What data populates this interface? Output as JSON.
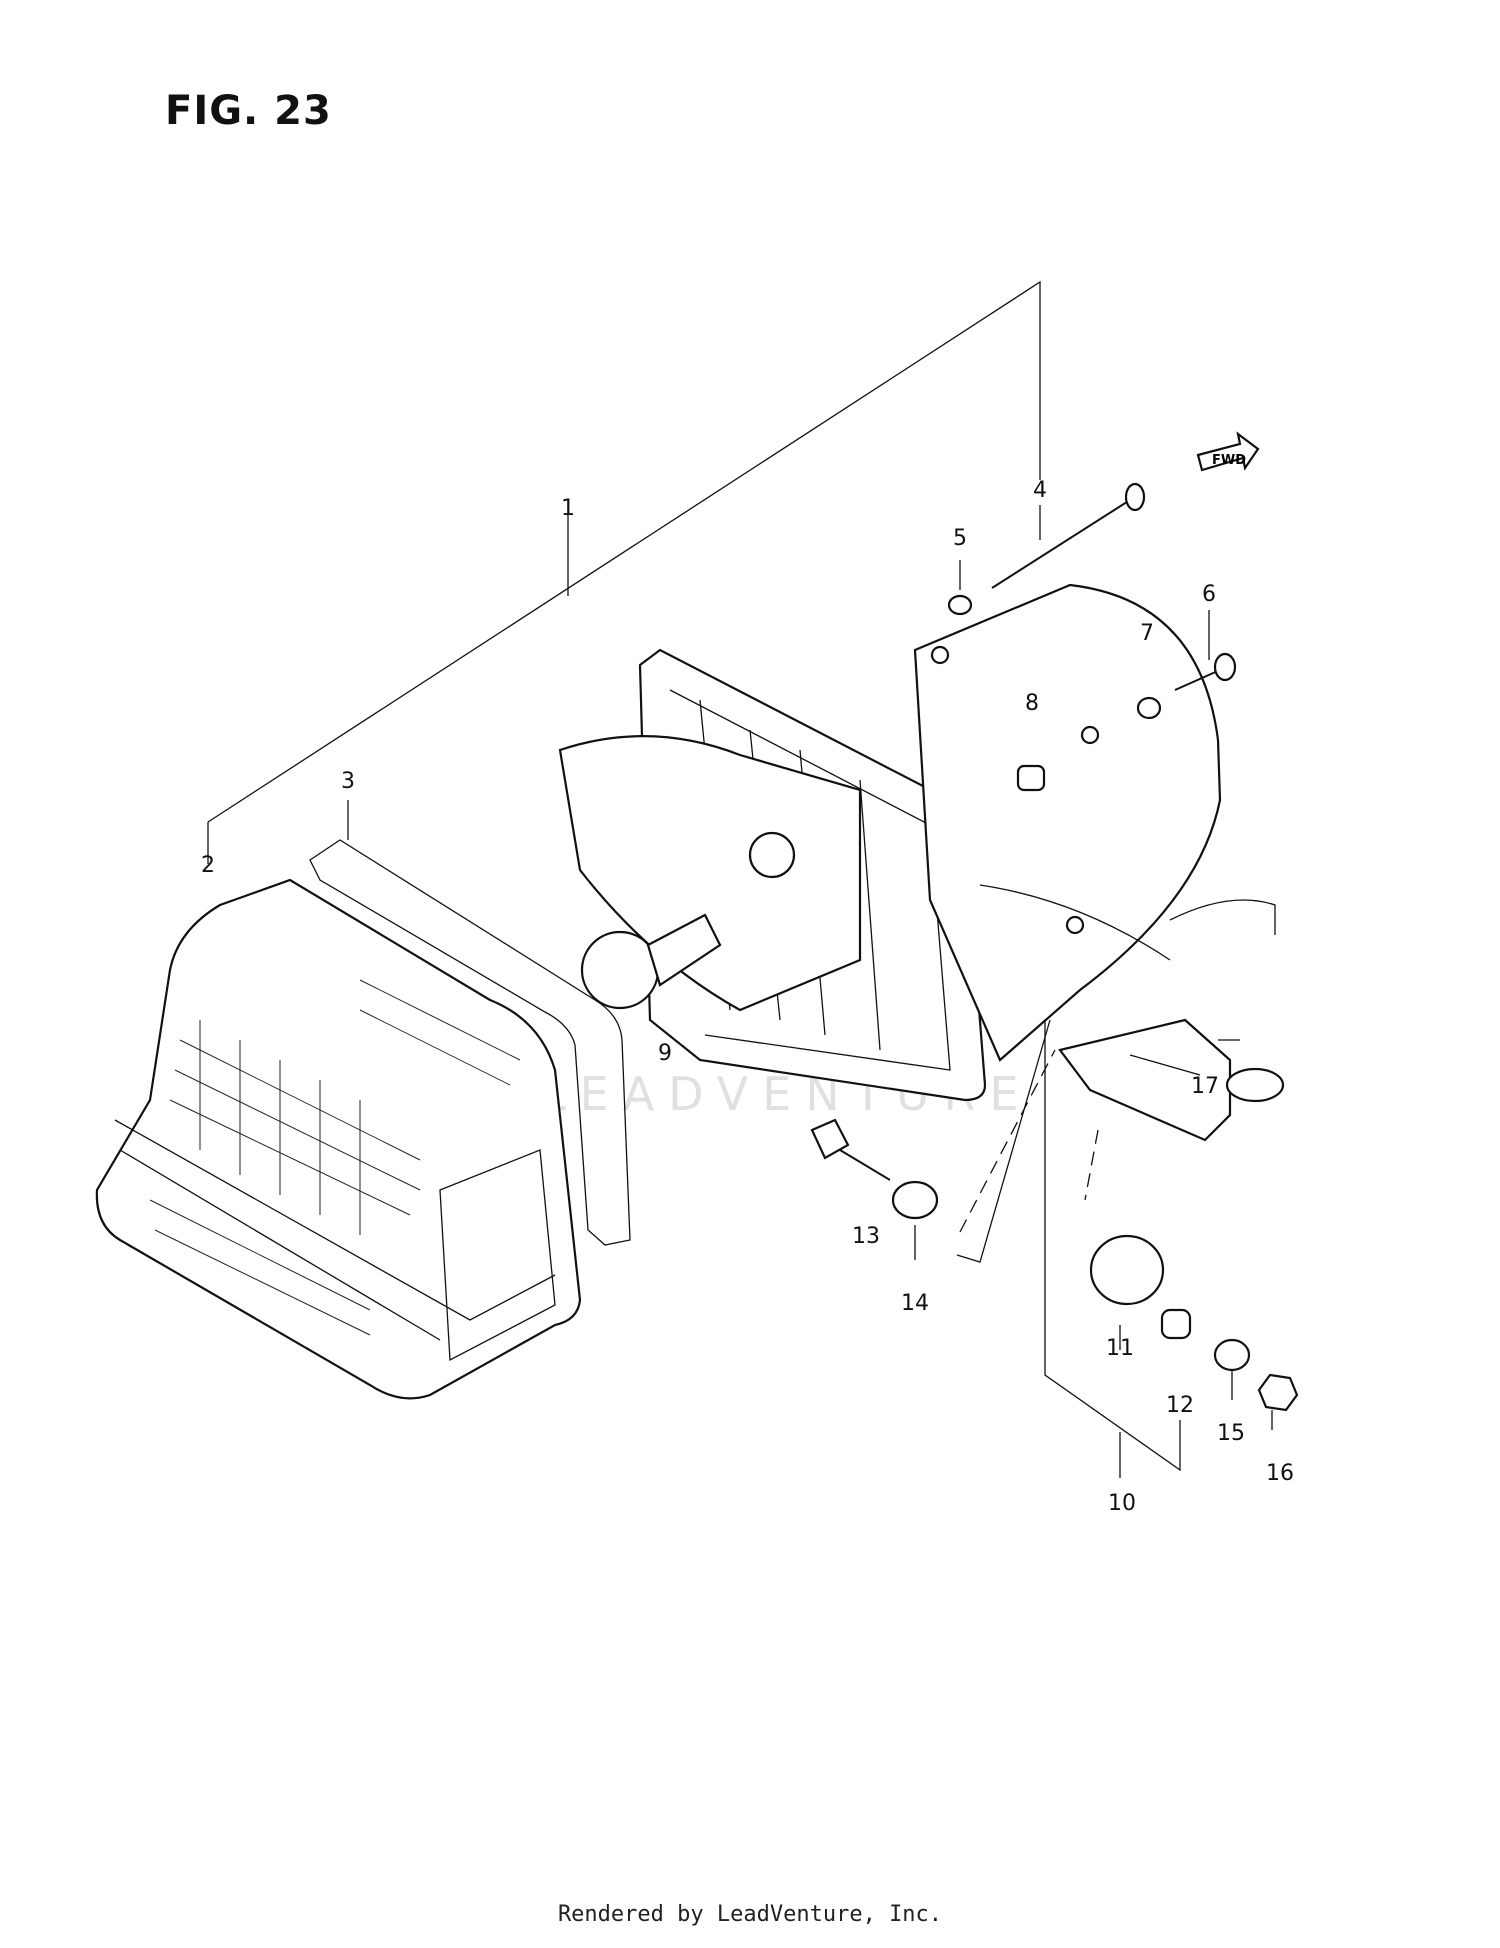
{
  "figure": {
    "title": "FIG. 23"
  },
  "direction_marker": {
    "label": "FWD"
  },
  "callouts": [
    "1",
    "2",
    "3",
    "4",
    "5",
    "6",
    "7",
    "8",
    "9",
    "10",
    "11",
    "12",
    "13",
    "14",
    "15",
    "16",
    "17"
  ],
  "watermark": "LEADVENTURE",
  "footer": {
    "text": "Rendered by LeadVenture, Inc."
  }
}
